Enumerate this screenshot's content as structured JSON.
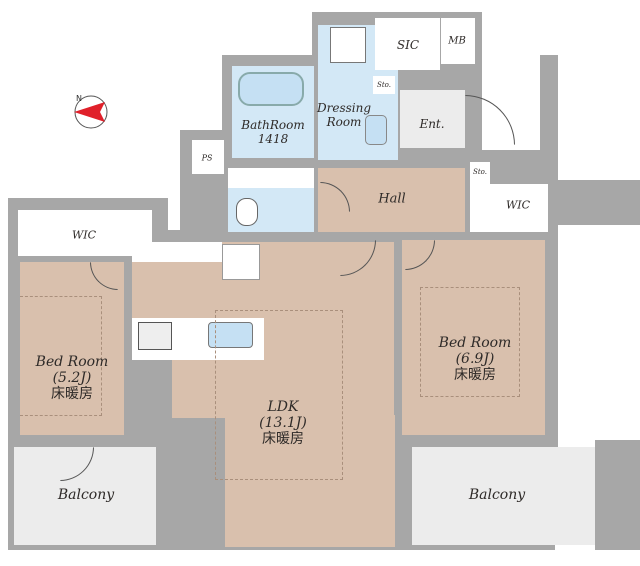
{
  "rooms": {
    "sic": "SIC",
    "mb": "MB",
    "sto_1": "Sto.",
    "sto_2": "Sto.",
    "dressing": {
      "name_1": "Dressing",
      "name_2": "Room"
    },
    "bath": {
      "name": "BathRoom",
      "size": "1418"
    },
    "ent": "Ent.",
    "ps": "PS",
    "hall": "Hall",
    "wic_left": "WIC",
    "wic_right": "WIC",
    "bed_left": {
      "name": "Bed Room",
      "size": "(5.2J)",
      "feature": "床暖房"
    },
    "ldk": {
      "name": "LDK",
      "size": "(13.1J)",
      "feature": "床暖房"
    },
    "bed_right": {
      "name": "Bed Room",
      "size": "(6.9J)",
      "feature": "床暖房"
    },
    "balcony_left": "Balcony",
    "balcony_right": "Balcony"
  },
  "colors": {
    "wall": "#a7a7a7",
    "living": "#d9c0ad",
    "wet": "#d3e8f6",
    "outdoor": "#ececec",
    "compass": "#e0202a"
  }
}
